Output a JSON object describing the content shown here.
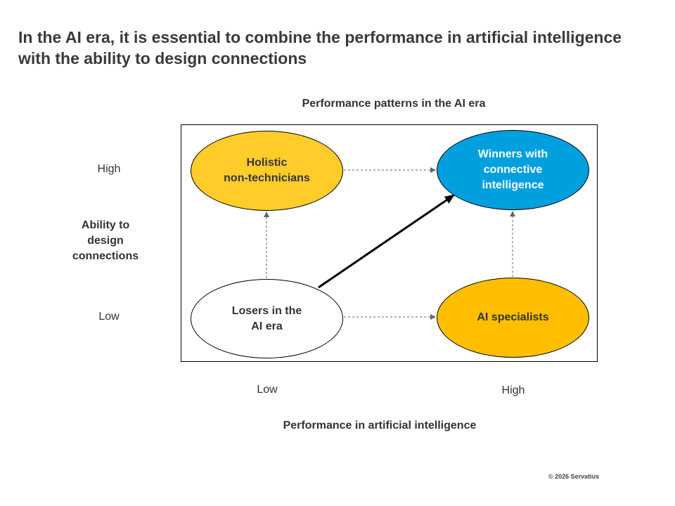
{
  "title": "In the AI era, it is essential to combine the performance in artificial intelligence with the ability to design connections",
  "diagram": {
    "title": "Performance patterns in the AI era",
    "y_axis": {
      "title": "Ability to\ndesign\nconnections",
      "high": "High",
      "low": "Low"
    },
    "x_axis": {
      "title": "Performance in artificial intelligence",
      "low": "Low",
      "high": "High"
    },
    "nodes": {
      "holistic": {
        "label": "Holistic\nnon-technicians",
        "color": "#FFCC29"
      },
      "winners": {
        "label": "Winners with\nconnective\nintelligence",
        "color": "#00A0DF"
      },
      "losers": {
        "label": "Losers in the\nAI era",
        "color": "#FFFFFF"
      },
      "ai": {
        "label": "AI specialists",
        "color": "#FFBF00"
      }
    }
  },
  "copyright": "© 2026 Servatius"
}
